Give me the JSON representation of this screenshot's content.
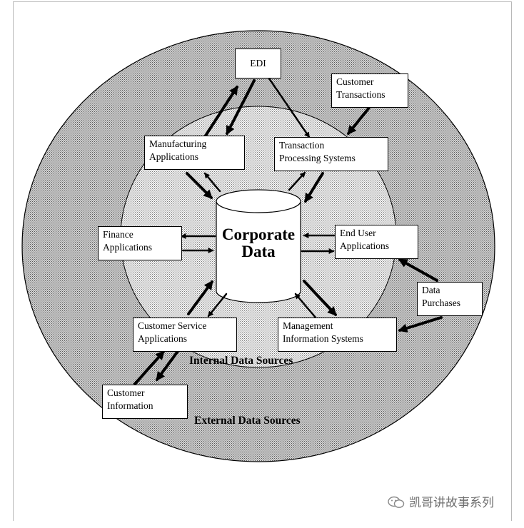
{
  "diagram": {
    "center": {
      "line1": "Corporate",
      "line2": "Data"
    },
    "ring_labels": {
      "internal": "Internal Data Sources",
      "external": "External Data Sources"
    },
    "nodes": {
      "edi": {
        "line1": "EDI"
      },
      "customer_transactions": {
        "line1": "Customer",
        "line2": "Transactions"
      },
      "manufacturing": {
        "line1": "Manufacturing",
        "line2": "Applications"
      },
      "transaction_processing": {
        "line1": "Transaction",
        "line2": "Processing Systems"
      },
      "finance": {
        "line1": "Finance",
        "line2": "Applications"
      },
      "end_user": {
        "line1": "End User",
        "line2": "Applications"
      },
      "data_purchases": {
        "line1": "Data",
        "line2": "Purchases"
      },
      "customer_service": {
        "line1": "Customer Service",
        "line2": "Applications"
      },
      "management_info": {
        "line1": "Management",
        "line2": "Information Systems"
      },
      "customer_information": {
        "line1": "Customer",
        "line2": "Information"
      }
    },
    "colors": {
      "outer_ring": "#a6a6a6",
      "inner_ring": "#d6d6d6",
      "stroke": "#000000"
    }
  },
  "watermark": {
    "icon": "wechat-icon",
    "text": "凯哥讲故事系列"
  }
}
